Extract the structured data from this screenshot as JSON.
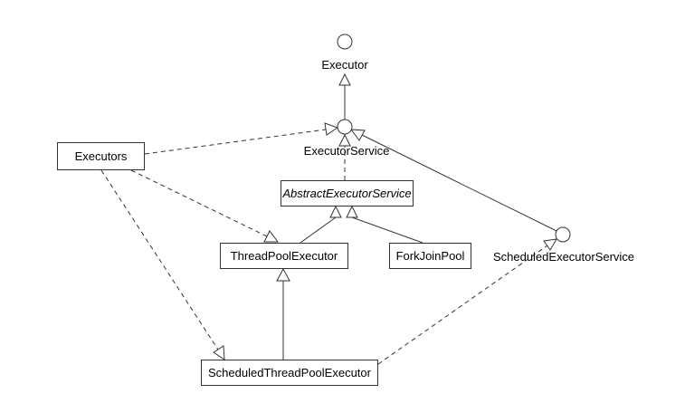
{
  "diagram": {
    "kind": "uml-class-diagram",
    "colors": {
      "stroke": "#333333",
      "text": "#000000",
      "background": "#ffffff"
    },
    "nodes": {
      "executor": {
        "label": "Executor",
        "type": "interface"
      },
      "executor_service": {
        "label": "ExecutorService",
        "type": "interface"
      },
      "executors": {
        "label": "Executors",
        "type": "class"
      },
      "abstract_executor_service": {
        "label": "AbstractExecutorService",
        "type": "abstract-class"
      },
      "thread_pool_executor": {
        "label": "ThreadPoolExecutor",
        "type": "class"
      },
      "fork_join_pool": {
        "label": "ForkJoinPool",
        "type": "class"
      },
      "scheduled_executor_service": {
        "label": "ScheduledExecutorService",
        "type": "interface"
      },
      "scheduled_thread_pool_executor": {
        "label": "ScheduledThreadPoolExecutor",
        "type": "class"
      }
    },
    "edges": [
      {
        "from": "executor_service",
        "to": "executor",
        "relation": "extends",
        "line": "solid"
      },
      {
        "from": "abstract_executor_service",
        "to": "executor_service",
        "relation": "implements",
        "line": "dashed"
      },
      {
        "from": "scheduled_executor_service",
        "to": "executor_service",
        "relation": "extends",
        "line": "solid"
      },
      {
        "from": "executors",
        "to": "executor_service",
        "relation": "dependency",
        "line": "dashed"
      },
      {
        "from": "executors",
        "to": "thread_pool_executor",
        "relation": "dependency",
        "line": "dashed"
      },
      {
        "from": "executors",
        "to": "scheduled_thread_pool_executor",
        "relation": "dependency",
        "line": "dashed"
      },
      {
        "from": "thread_pool_executor",
        "to": "abstract_executor_service",
        "relation": "extends",
        "line": "solid"
      },
      {
        "from": "fork_join_pool",
        "to": "abstract_executor_service",
        "relation": "extends",
        "line": "solid"
      },
      {
        "from": "scheduled_thread_pool_executor",
        "to": "thread_pool_executor",
        "relation": "extends",
        "line": "solid"
      },
      {
        "from": "scheduled_thread_pool_executor",
        "to": "scheduled_executor_service",
        "relation": "implements",
        "line": "dashed"
      }
    ]
  }
}
